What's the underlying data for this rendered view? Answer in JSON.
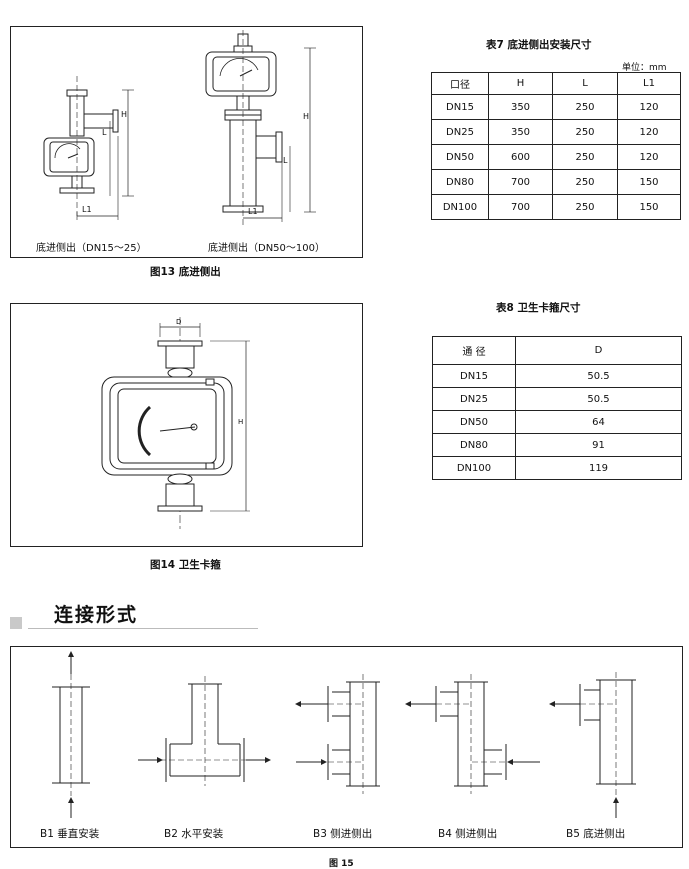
{
  "fig13": {
    "label_left": "底进侧出（DN15～25）",
    "label_right": "底进侧出（DN50～100）",
    "caption": "图13  底进侧出",
    "dim_h": "H",
    "dim_l": "L",
    "dim_l1": "L1"
  },
  "table7": {
    "title": "表7  底进侧出安装尺寸",
    "unit": "单位：mm",
    "header": [
      "口径",
      "H",
      "L",
      "L1"
    ],
    "rows": [
      [
        "DN15",
        "350",
        "250",
        "120"
      ],
      [
        "DN25",
        "350",
        "250",
        "120"
      ],
      [
        "DN50",
        "600",
        "250",
        "120"
      ],
      [
        "DN80",
        "700",
        "250",
        "150"
      ],
      [
        "DN100",
        "700",
        "250",
        "150"
      ]
    ]
  },
  "fig14": {
    "caption": "图14  卫生卡箍",
    "dim_d": "D",
    "dim_h": "H"
  },
  "table8": {
    "title": "表8  卫生卡箍尺寸",
    "header": [
      "通  径",
      "D"
    ],
    "rows": [
      [
        "DN15",
        "50.5"
      ],
      [
        "DN25",
        "50.5"
      ],
      [
        "DN50",
        "64"
      ],
      [
        "DN80",
        "91"
      ],
      [
        "DN100",
        "119"
      ]
    ]
  },
  "section": {
    "title": "连接形式"
  },
  "fig15": {
    "caption": "图 15",
    "types": [
      {
        "label": "B1  垂直安装"
      },
      {
        "label": "B2  水平安装"
      },
      {
        "label": "B3  侧进侧出"
      },
      {
        "label": "B4  侧进侧出"
      },
      {
        "label": "B5  底进侧出"
      }
    ]
  }
}
